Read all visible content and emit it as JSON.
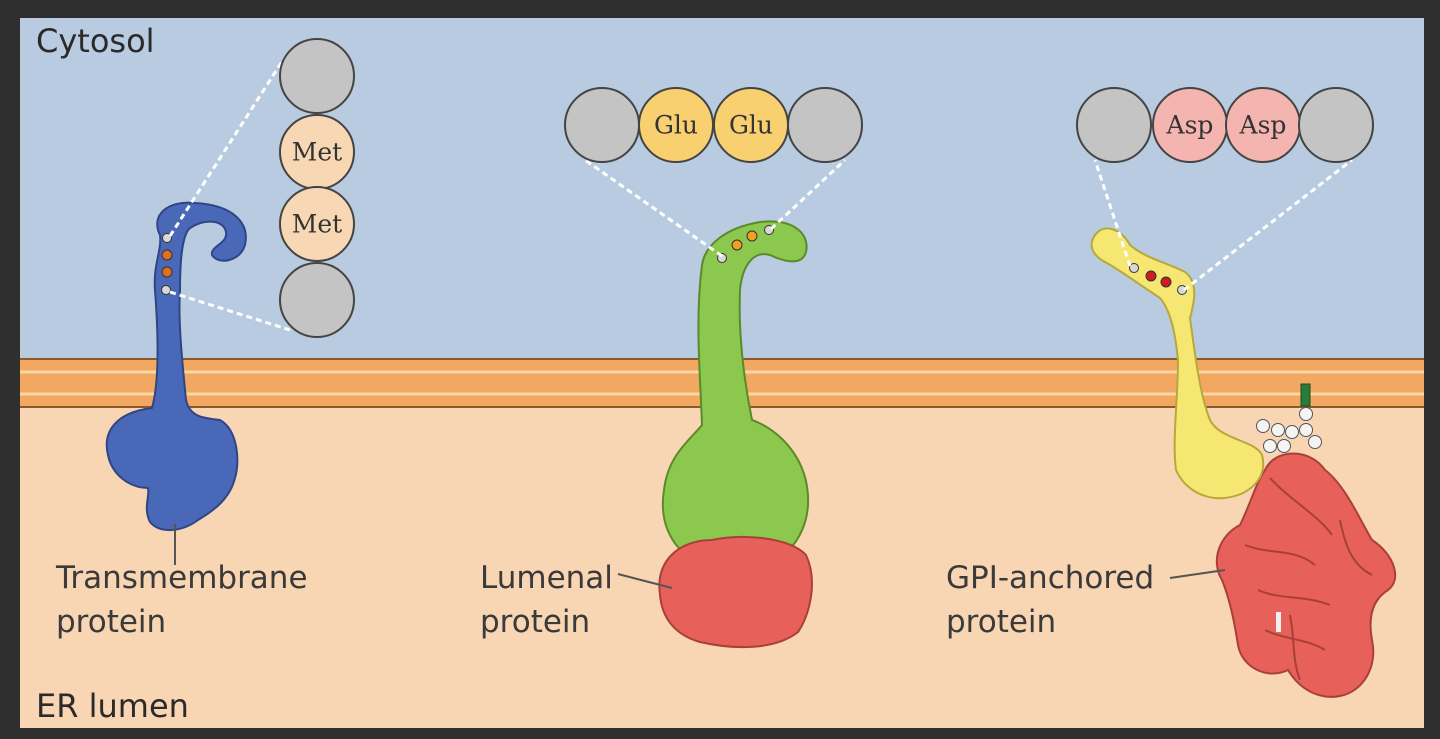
{
  "regions": {
    "cytosol": "Cytosol",
    "er_lumen": "ER lumen"
  },
  "proteins": {
    "transmembrane": {
      "line1": "Transmembrane",
      "line2": "protein",
      "residue": "Met"
    },
    "lumenal": {
      "line1": "Lumenal",
      "line2": "protein",
      "residue": "Glu"
    },
    "gpi": {
      "line1": "GPI-anchored",
      "line2": "protein",
      "residue": "Asp"
    }
  },
  "colors": {
    "cytosol": "#b8cbe0",
    "lumen": "#f8d6b4",
    "membrane": "#f2a860",
    "transmembrane": "#4a68b8",
    "lumenal": "#8cc84e",
    "gpi": "#f6e672",
    "domain_red": "#e8605a",
    "met": "#f8d8b4",
    "glu": "#f8d070",
    "asp": "#f4b4b0",
    "gray_residue": "#c4c4c4"
  }
}
